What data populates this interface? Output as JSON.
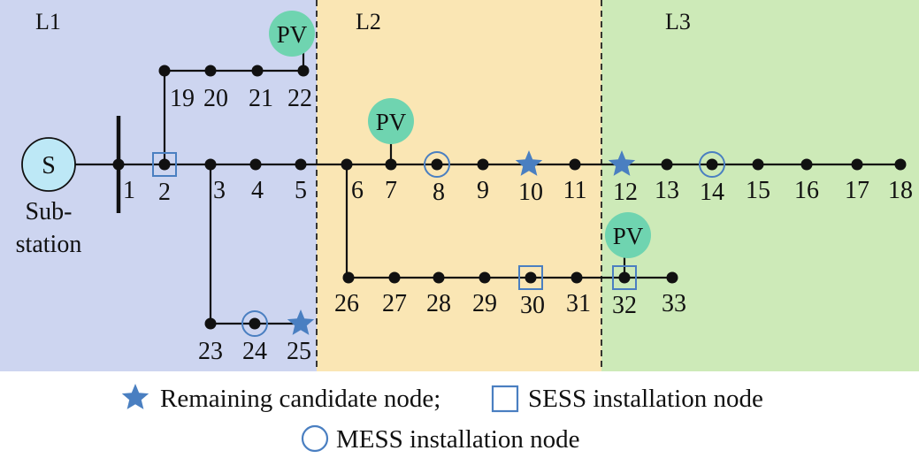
{
  "regions": [
    {
      "label": "L1",
      "color": "#cdd5f0"
    },
    {
      "label": "L2",
      "color": "#fae6b4"
    },
    {
      "label": "L3",
      "color": "#cdeab8"
    }
  ],
  "substation": {
    "symbol": "S",
    "caption_line1": "Sub-",
    "caption_line2": "station",
    "color": "#bde8f6"
  },
  "pv_label": "PV",
  "pv_color": "#6fd4b0",
  "marker_color": "#4a7fc1",
  "nodes": [
    {
      "id": "1",
      "marker": "none"
    },
    {
      "id": "2",
      "marker": "sess"
    },
    {
      "id": "3",
      "marker": "none"
    },
    {
      "id": "4",
      "marker": "none"
    },
    {
      "id": "5",
      "marker": "none"
    },
    {
      "id": "6",
      "marker": "none"
    },
    {
      "id": "7",
      "marker": "none"
    },
    {
      "id": "8",
      "marker": "mess"
    },
    {
      "id": "9",
      "marker": "none"
    },
    {
      "id": "10",
      "marker": "candidate"
    },
    {
      "id": "11",
      "marker": "none"
    },
    {
      "id": "12",
      "marker": "candidate"
    },
    {
      "id": "13",
      "marker": "none"
    },
    {
      "id": "14",
      "marker": "mess"
    },
    {
      "id": "15",
      "marker": "none"
    },
    {
      "id": "16",
      "marker": "none"
    },
    {
      "id": "17",
      "marker": "none"
    },
    {
      "id": "18",
      "marker": "none"
    },
    {
      "id": "19",
      "marker": "none"
    },
    {
      "id": "20",
      "marker": "none"
    },
    {
      "id": "21",
      "marker": "none"
    },
    {
      "id": "22",
      "marker": "none"
    },
    {
      "id": "23",
      "marker": "none"
    },
    {
      "id": "24",
      "marker": "mess"
    },
    {
      "id": "25",
      "marker": "candidate"
    },
    {
      "id": "26",
      "marker": "none"
    },
    {
      "id": "27",
      "marker": "none"
    },
    {
      "id": "28",
      "marker": "none"
    },
    {
      "id": "29",
      "marker": "none"
    },
    {
      "id": "30",
      "marker": "sess"
    },
    {
      "id": "31",
      "marker": "none"
    },
    {
      "id": "32",
      "marker": "sess"
    },
    {
      "id": "33",
      "marker": "none"
    }
  ],
  "pv_nodes": [
    "22",
    "7",
    "32"
  ],
  "legend": {
    "candidate": "Remaining candidate node;",
    "sess": "SESS installation node",
    "mess": "MESS installation node"
  }
}
